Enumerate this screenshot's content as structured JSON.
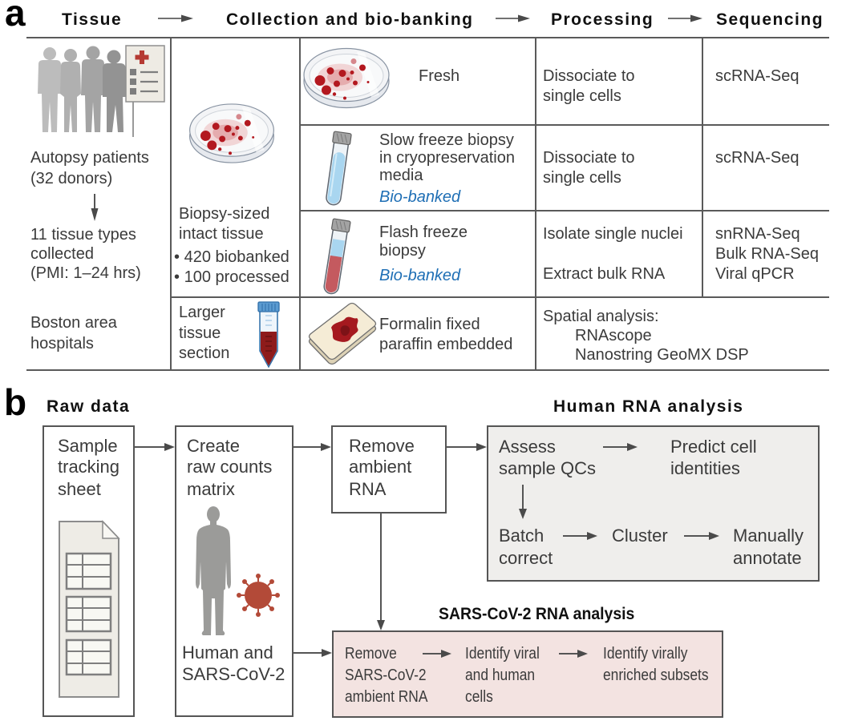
{
  "panel_a": {
    "label": "a",
    "headers": {
      "tissue": "Tissue",
      "collection": "Collection and bio-banking",
      "processing": "Processing",
      "sequencing": "Sequencing"
    },
    "tissue_column": {
      "patients": [
        "Autopsy patients",
        "(32 donors)"
      ],
      "tissue_types": [
        "11 tissue types",
        "collected",
        "(PMI: 1–24 hrs)"
      ],
      "source": [
        "Boston area",
        "hospitals"
      ]
    },
    "collection_column": {
      "biopsy_sized": [
        "Biopsy-sized",
        "intact tissue"
      ],
      "bullet": "•",
      "counts": [
        "420 biobanked",
        "100 processed"
      ],
      "larger_section": [
        "Larger",
        "tissue",
        "section"
      ]
    },
    "preservation_rows": [
      {
        "method": [
          "Fresh"
        ],
        "processing": [
          "Dissociate to",
          "single cells"
        ],
        "sequencing": [
          "scRNA-Seq"
        ]
      },
      {
        "method": [
          "Slow freeze biopsy",
          "in cryopreservation",
          "media"
        ],
        "tag": "Bio-banked",
        "processing": [
          "Dissociate to",
          "single cells"
        ],
        "sequencing": [
          "scRNA-Seq"
        ]
      },
      {
        "method": [
          "Flash freeze",
          "biopsy"
        ],
        "tag": "Bio-banked",
        "processing": [
          "Isolate single nuclei",
          "Extract bulk RNA"
        ],
        "sequencing": [
          "snRNA-Seq",
          "Bulk RNA-Seq",
          "Viral qPCR"
        ]
      },
      {
        "method": [
          "Formalin fixed",
          "paraffin embedded"
        ],
        "spatial": {
          "title": "Spatial analysis:",
          "items": [
            "RNAscope",
            "Nanostring GeoMX DSP"
          ]
        }
      }
    ]
  },
  "panel_b": {
    "label": "b",
    "raw_data_title": "Raw data",
    "sample_tracking": [
      "Sample",
      "tracking",
      "sheet"
    ],
    "raw_counts": [
      "Create",
      "raw counts",
      "matrix"
    ],
    "raw_counts_caption": [
      "Human and",
      "SARS-CoV-2"
    ],
    "remove_ambient": [
      "Remove",
      "ambient",
      "RNA"
    ],
    "human_analysis": {
      "title": "Human RNA analysis",
      "steps": {
        "assess_qc": [
          "Assess",
          "sample QCs"
        ],
        "predict_identities": [
          "Predict cell",
          "identities"
        ],
        "batch_correct": [
          "Batch",
          "correct"
        ],
        "cluster": [
          "Cluster"
        ],
        "annotate": [
          "Manually",
          "annotate"
        ]
      }
    },
    "sars_analysis": {
      "title": "SARS-CoV-2 RNA analysis",
      "steps": {
        "remove_ambient": [
          "Remove",
          "SARS-CoV-2",
          "ambient RNA"
        ],
        "identify_cells": [
          "Identify viral",
          "and human",
          "cells"
        ],
        "enriched_subsets": [
          "Identify virally",
          "enriched subsets"
        ]
      }
    }
  },
  "colors": {
    "biobanked_tag": "#1f6fb5",
    "human_box_fill": "#efeeec",
    "sars_box_fill": "#f3e3e1",
    "tissue_red": "#b3181f",
    "virus": "#b34a38"
  }
}
